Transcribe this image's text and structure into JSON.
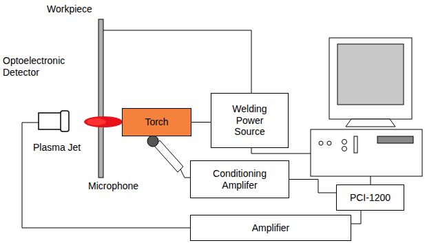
{
  "diagram": {
    "nodes": [
      {
        "text": [
          "Torch"
        ]
      },
      {
        "text": [
          "Welding Power Source"
        ]
      },
      {
        "text": [
          "Conditioning Amplifer"
        ]
      },
      {
        "text": [
          "PCI-1200"
        ]
      },
      {
        "text": [
          "Amplifier"
        ]
      }
    ],
    "edges": [
      {
        "from": 0,
        "to": 1,
        "arrow": "none"
      },
      {
        "from": 2,
        "to": 3,
        "arrow": "none"
      },
      {
        "from": 4,
        "to": 3,
        "arrow": "none"
      }
    ],
    "labels": [
      "Workpiece",
      "Optoelectronic Detector",
      "Plasma Jet",
      "Microphone"
    ]
  }
}
